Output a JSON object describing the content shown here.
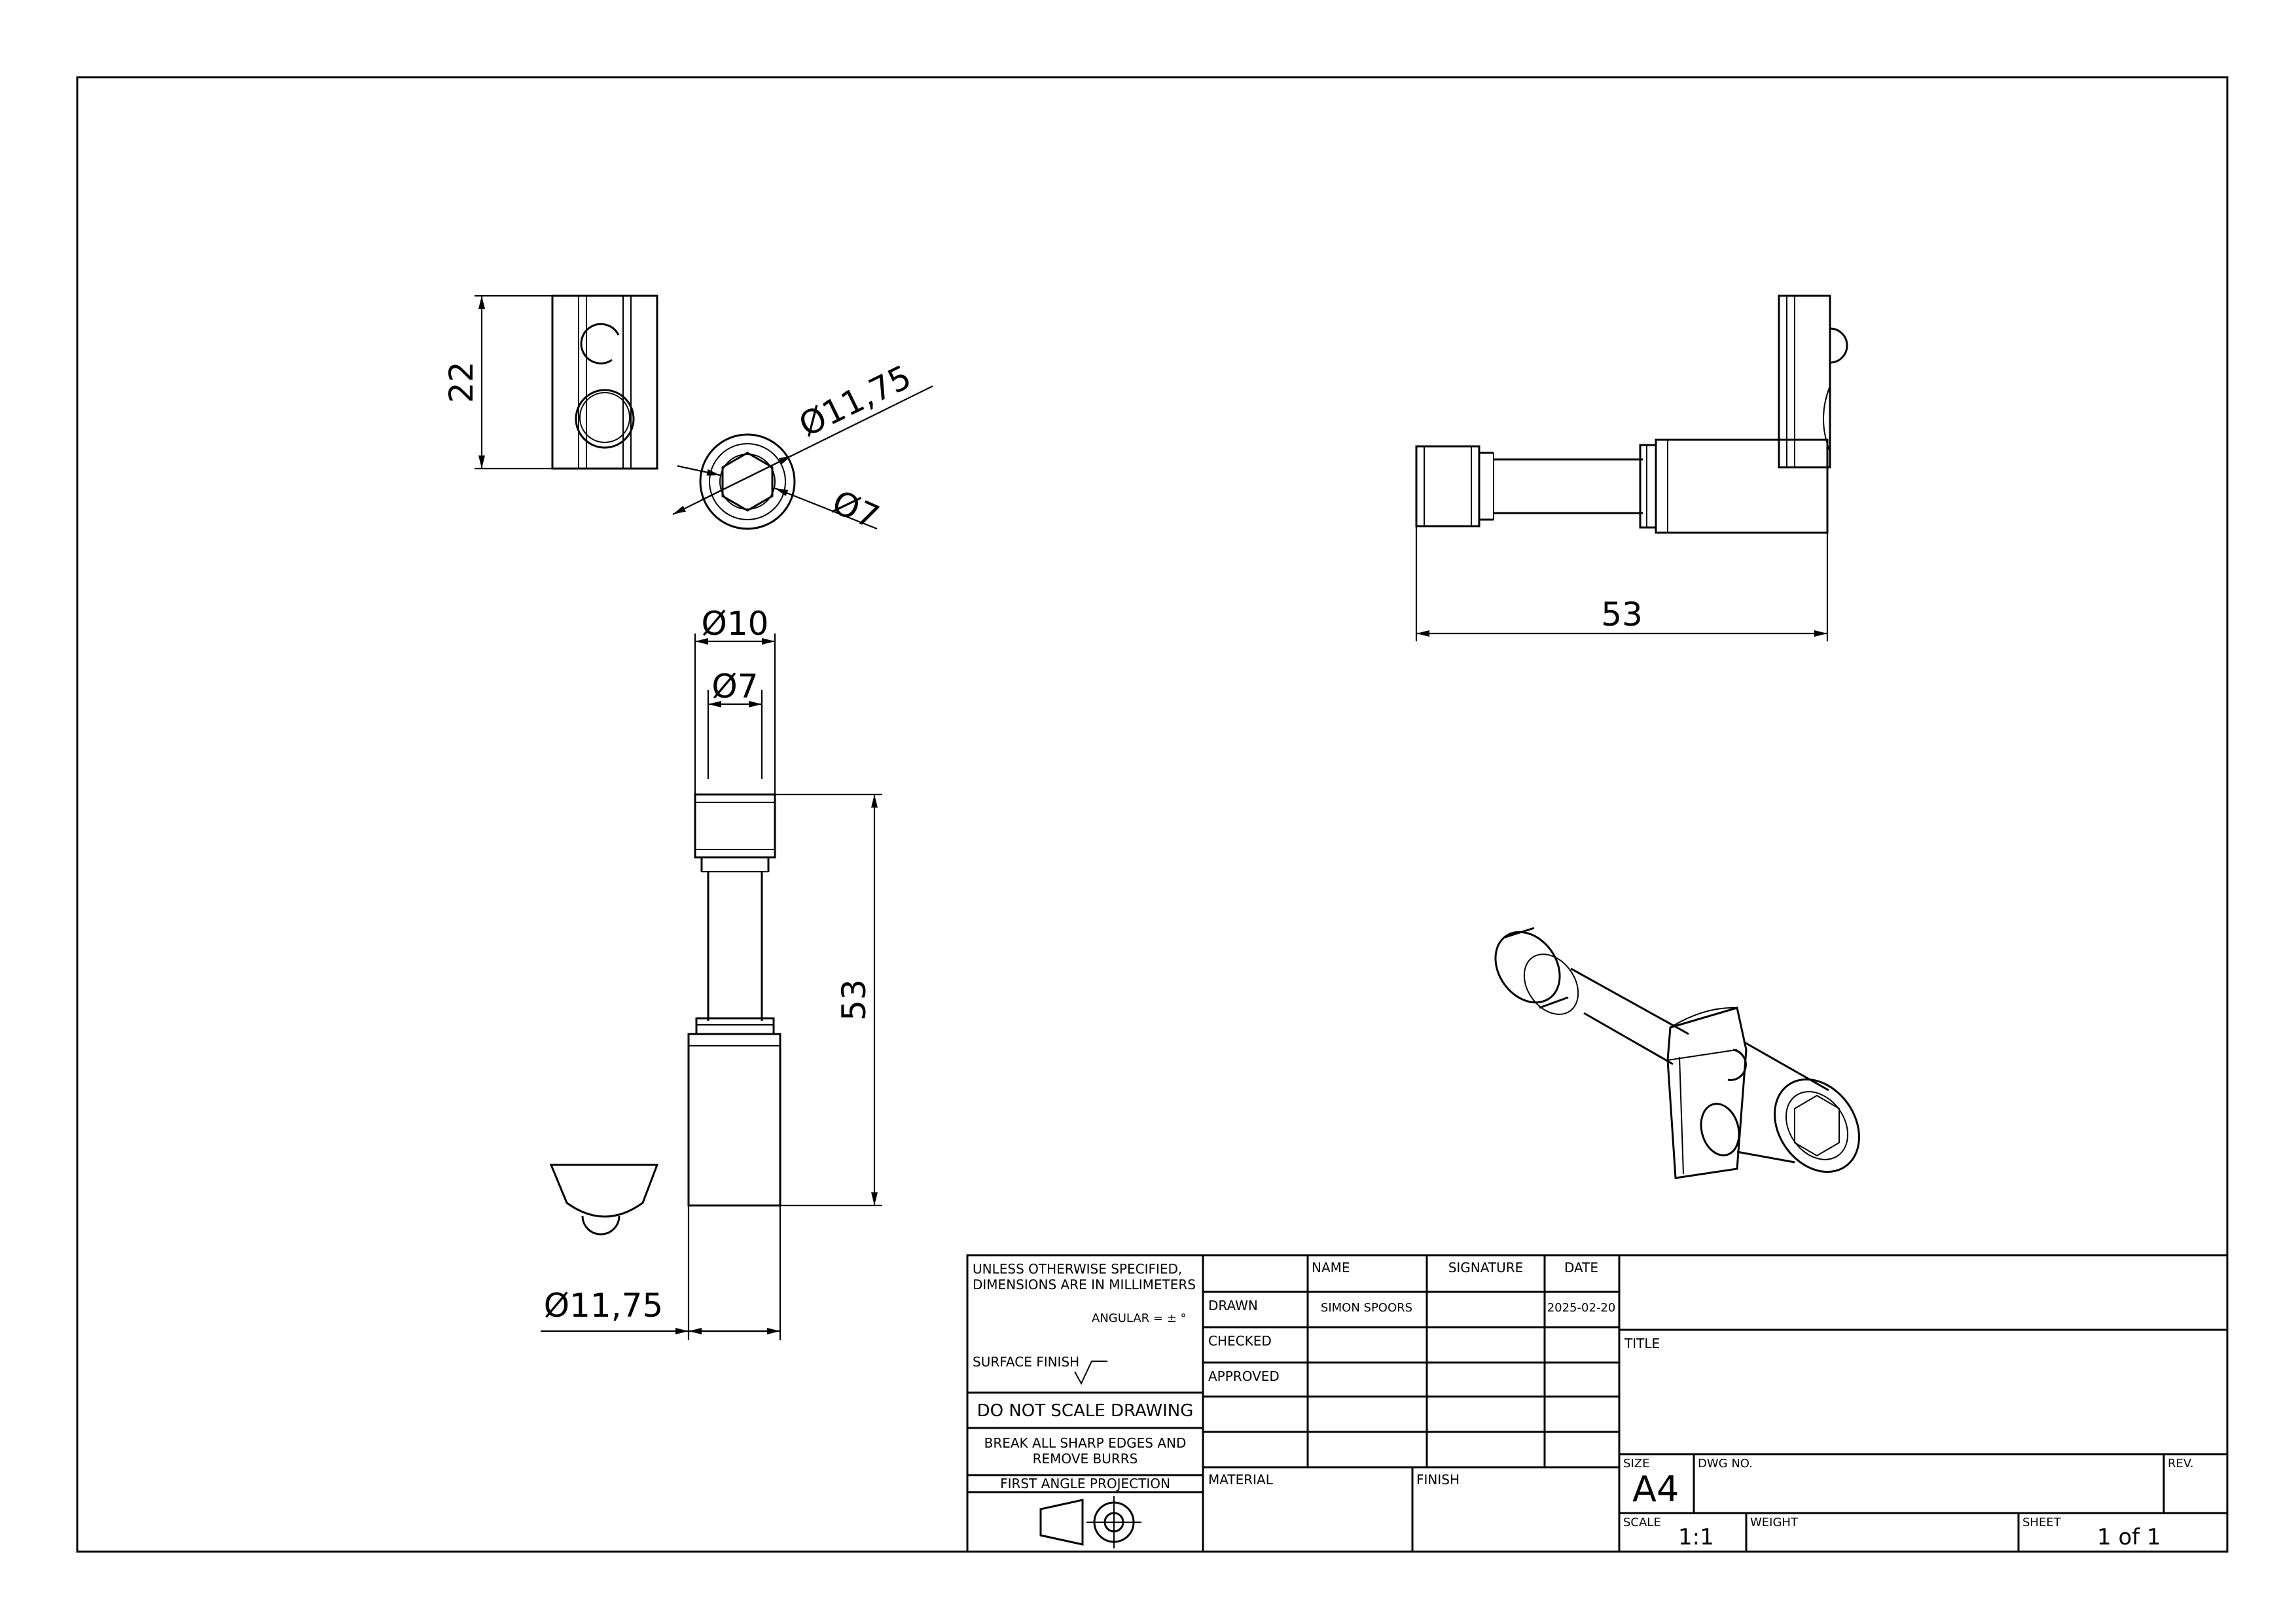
{
  "dimensions": {
    "end_height": "22",
    "end_dia_outer": "Ø11,75",
    "end_dia_inner": "Ø7",
    "top_length": "53",
    "front_dia_cap": "Ø10",
    "front_dia_shaft": "Ø7",
    "front_length": "53",
    "front_dia_base": "Ø11,75"
  },
  "title_block": {
    "general_note_line1": "UNLESS OTHERWISE SPECIFIED,",
    "general_note_line2": "DIMENSIONS ARE IN MILLIMETERS",
    "angular": "ANGULAR = ± °",
    "surface_finish": "SURFACE FINISH",
    "do_not_scale": "DO NOT SCALE DRAWING",
    "break_edges_line1": "BREAK ALL SHARP EDGES AND",
    "break_edges_line2": "REMOVE BURRS",
    "projection": "FIRST ANGLE PROJECTION",
    "headers": {
      "name": "NAME",
      "signature": "SIGNATURE",
      "date": "DATE"
    },
    "rows": {
      "drawn": "DRAWN",
      "checked": "CHECKED",
      "approved": "APPROVED"
    },
    "drawn_name": "SIMON SPOORS",
    "drawn_date": "2025-02-20",
    "material": "MATERIAL",
    "finish": "FINISH",
    "title_label": "TITLE",
    "size_label": "SIZE",
    "size_value": "A4",
    "dwg_no_label": "DWG NO.",
    "rev_label": "REV.",
    "scale_label": "SCALE",
    "scale_value": "1:1",
    "weight_label": "WEIGHT",
    "sheet_label": "SHEET",
    "sheet_value": "1 of 1"
  }
}
